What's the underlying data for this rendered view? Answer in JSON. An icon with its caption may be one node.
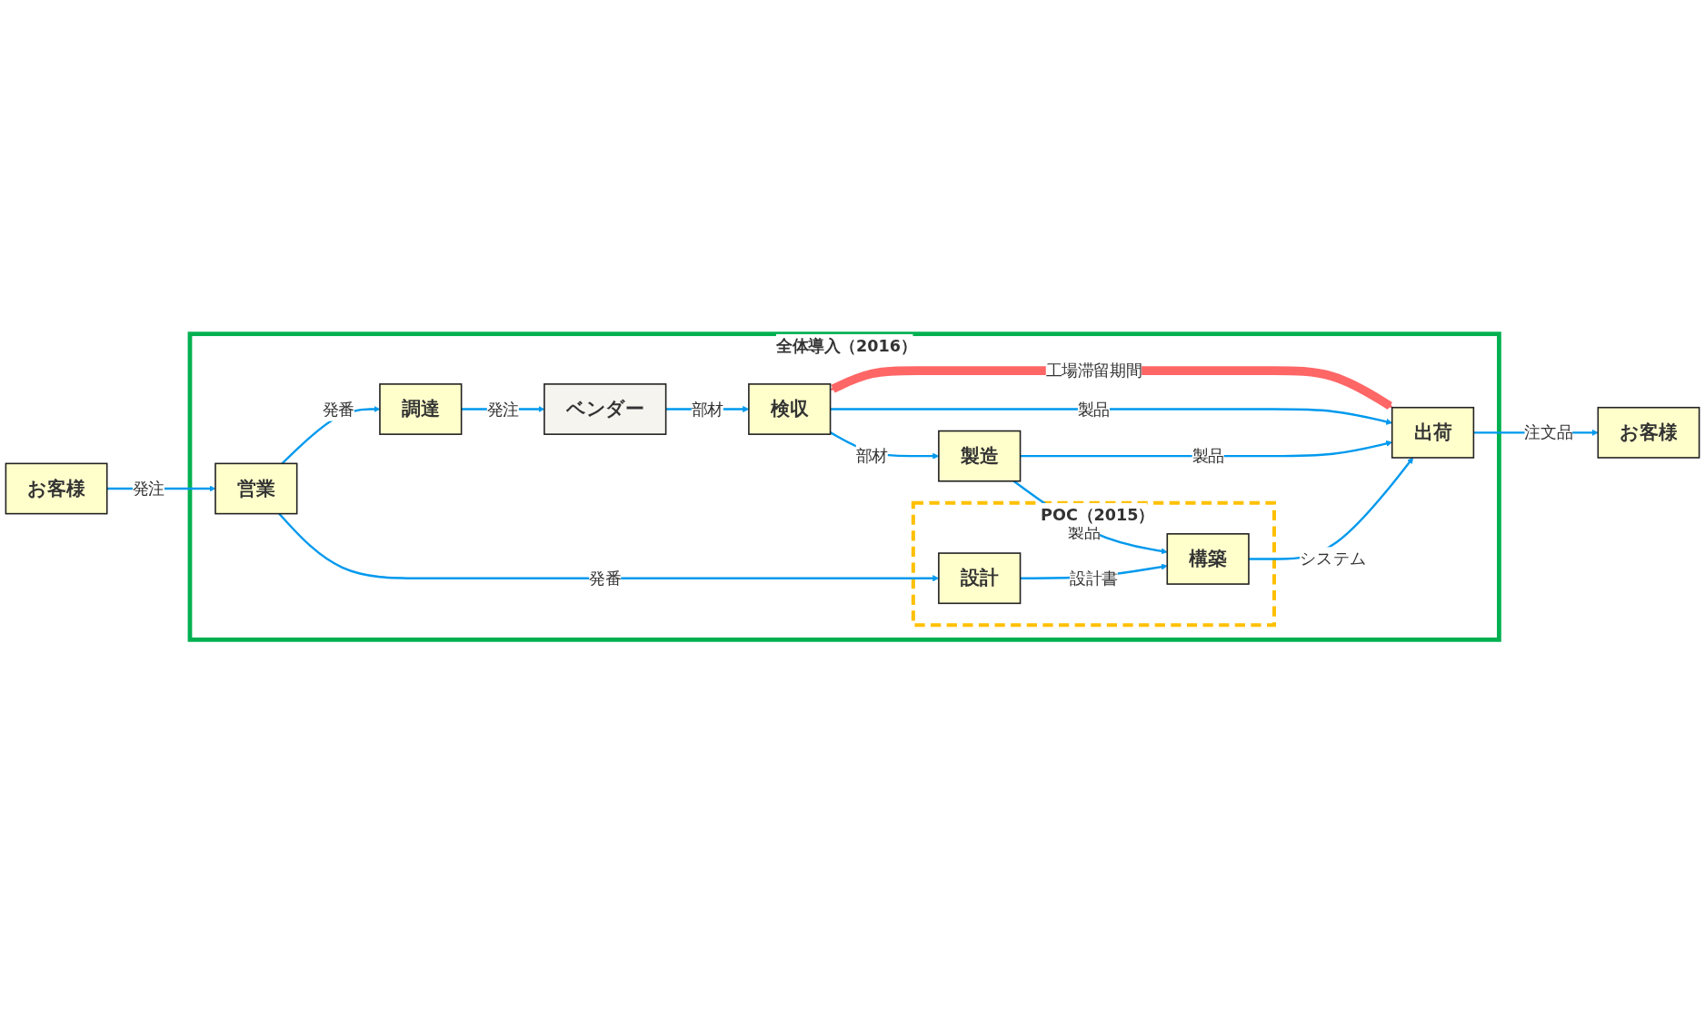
{
  "diagram": {
    "nodes": [
      {
        "text": [
          "全体導入（2016）"
        ]
      },
      {
        "text": [
          "お客様"
        ]
      },
      {
        "text": [
          "営業"
        ],
        "in": 0
      },
      {
        "text": [
          "調達"
        ],
        "in": 0
      },
      {
        "text": [
          "ベンダー"
        ],
        "in": 0
      },
      {
        "text": [
          "検収"
        ],
        "in": 0
      },
      {
        "text": [
          "製造"
        ],
        "in": 0
      },
      {
        "text": [
          "出荷"
        ],
        "in": 0
      },
      {
        "text": [
          "POC（2015）"
        ],
        "in": 0
      },
      {
        "text": [
          "設計"
        ],
        "in": 8
      },
      {
        "text": [
          "構築"
        ],
        "in": 8
      },
      {
        "text": [
          "お客様"
        ]
      }
    ],
    "edges": [
      {
        "from": 1,
        "to": 2,
        "arrow": "to",
        "label": "発注"
      },
      {
        "from": 2,
        "to": 3,
        "arrow": "to",
        "label": "発番"
      },
      {
        "from": 3,
        "to": 4,
        "arrow": "to",
        "label": "発注"
      },
      {
        "from": 4,
        "to": 5,
        "arrow": "to",
        "label": "部材"
      },
      {
        "from": 5,
        "to": 7,
        "arrow": "both",
        "label": "工場滞留期間",
        "style": "thick",
        "color": "#ff6666"
      },
      {
        "from": 5,
        "to": 7,
        "arrow": "to",
        "label": "製品"
      },
      {
        "from": 5,
        "to": 6,
        "arrow": "to",
        "label": "部材"
      },
      {
        "from": 6,
        "to": 7,
        "arrow": "to",
        "label": "製品"
      },
      {
        "from": 6,
        "to": 10,
        "arrow": "to",
        "label": "製品"
      },
      {
        "from": 2,
        "to": 9,
        "arrow": "to",
        "label": "発番"
      },
      {
        "from": 9,
        "to": 10,
        "arrow": "to",
        "label": "設計書"
      },
      {
        "from": 10,
        "to": 7,
        "arrow": "to",
        "label": "システム"
      },
      {
        "from": 7,
        "to": 11,
        "arrow": "to",
        "label": "注文品"
      }
    ]
  }
}
